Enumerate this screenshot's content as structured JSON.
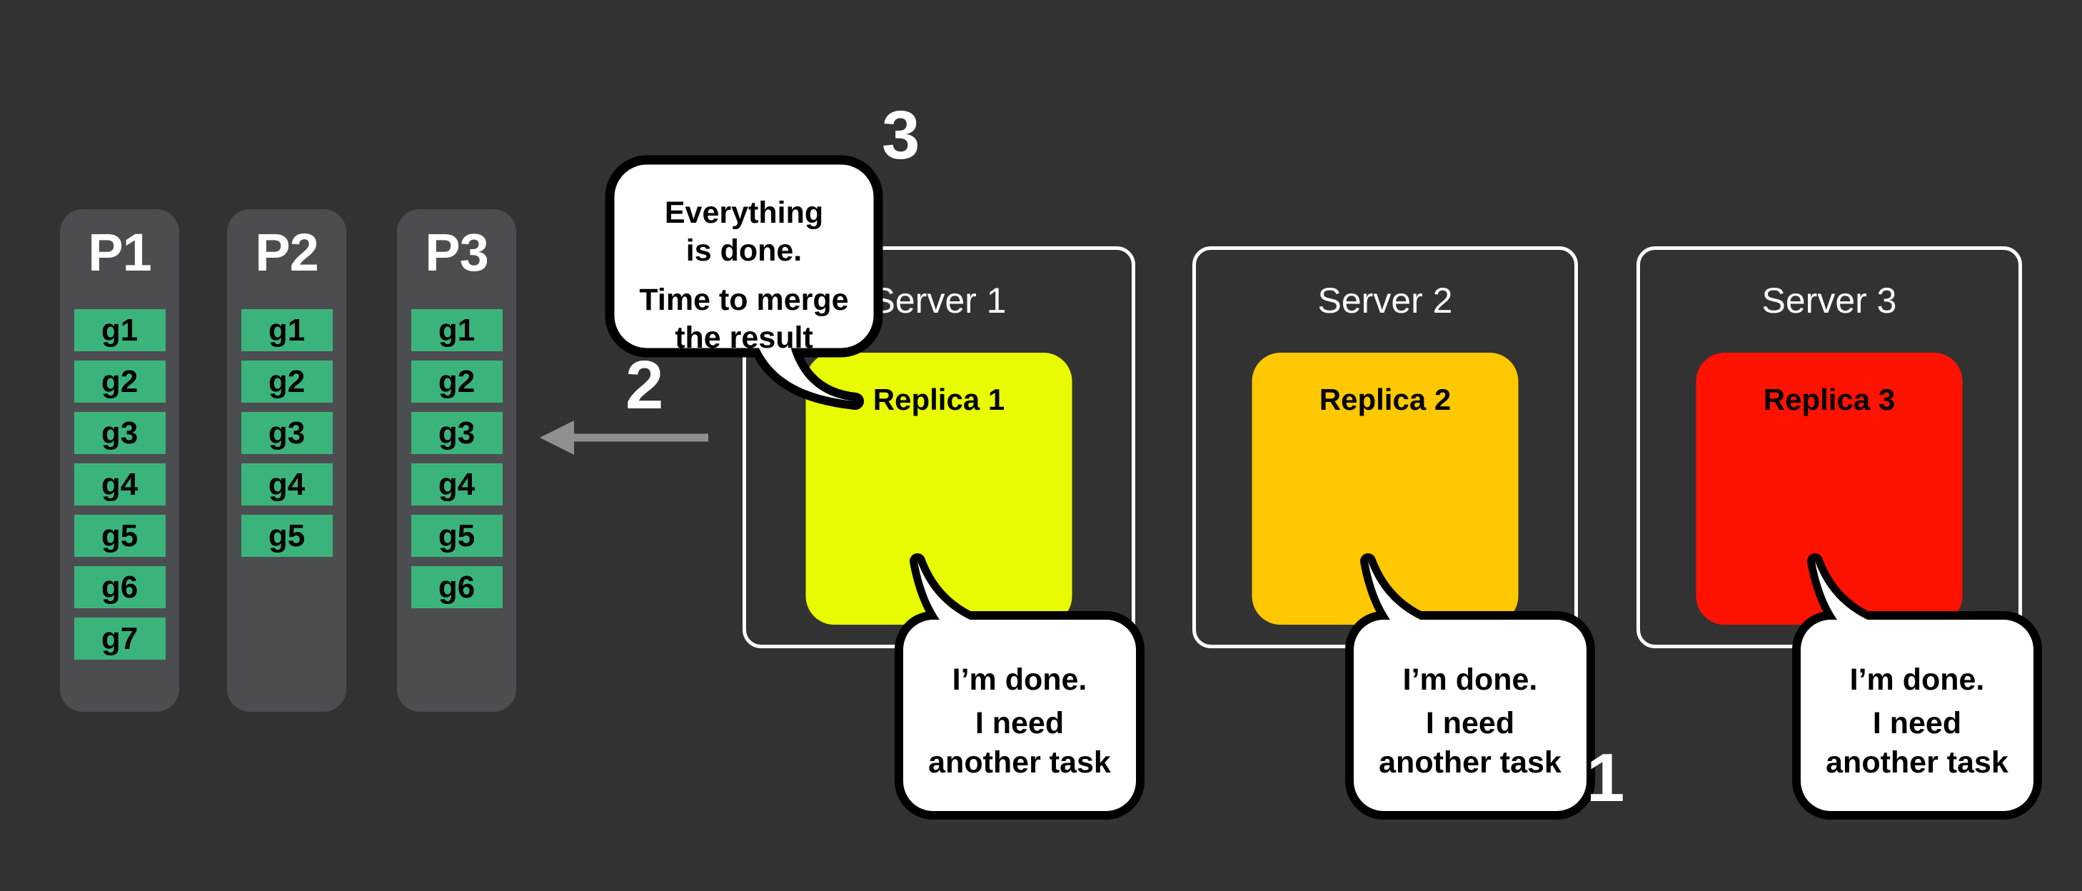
{
  "colors": {
    "background": "#323233",
    "partition_bg": "#4c4d50",
    "group_chip": "#3bb47b",
    "replica_1": "#e9fb00",
    "replica_2": "#ffc800",
    "replica_3": "#ff1200",
    "bubble_bg": "#ffffff",
    "outline": "#000000",
    "arrow": "#8f8f8f",
    "text_light": "#ffffff",
    "text_dark": "#000000"
  },
  "partitions": [
    {
      "label": "P1",
      "groups": [
        "g1",
        "g2",
        "g3",
        "g4",
        "g5",
        "g6",
        "g7"
      ]
    },
    {
      "label": "P2",
      "groups": [
        "g1",
        "g2",
        "g3",
        "g4",
        "g5"
      ]
    },
    {
      "label": "P3",
      "groups": [
        "g1",
        "g2",
        "g3",
        "g4",
        "g5",
        "g6"
      ]
    }
  ],
  "servers": [
    {
      "label": "Server 1",
      "replica": {
        "label": "Replica 1",
        "color": "#e9fb00"
      }
    },
    {
      "label": "Server 2",
      "replica": {
        "label": "Replica 2",
        "color": "#ffc800"
      }
    },
    {
      "label": "Server 3",
      "replica": {
        "label": "Replica 3",
        "color": "#ff1200"
      }
    }
  ],
  "speech_bubbles": {
    "merge": {
      "lines": [
        "Everything",
        "is done.",
        "Time to merge",
        "the result"
      ]
    },
    "done": {
      "lines": [
        "I’m done.",
        "I need",
        "another task"
      ]
    }
  },
  "steps": {
    "one": "1",
    "two": "2",
    "three": "3"
  }
}
